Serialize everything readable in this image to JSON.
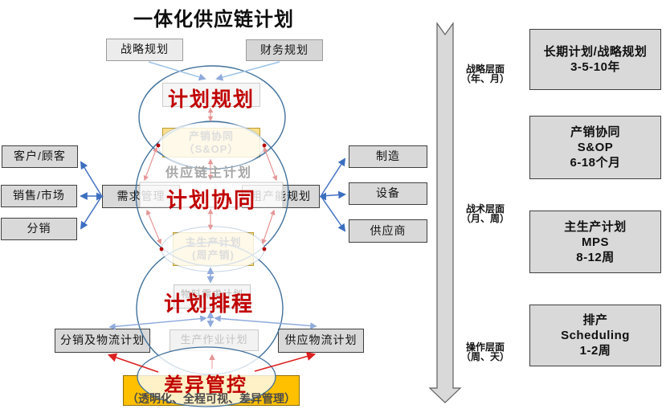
{
  "title": "一体化供应链计划",
  "top_boxes": {
    "strategic": "战略规划",
    "financial": "财务规划"
  },
  "phases": {
    "planning": {
      "label": "计划规划"
    },
    "collaboration": {
      "label": "计划协同",
      "subtitle": "供应链主计划"
    },
    "scheduling": {
      "label": "计划排程",
      "behind_box": "物料需求计划"
    },
    "variance": {
      "label": "差异管控",
      "note": "（透明化、全程可视、差异管理）"
    }
  },
  "yellow_boxes": {
    "sop": {
      "line1": "产销协同",
      "line2": "（S&OP）"
    },
    "mps": {
      "line1": "主生产计划",
      "line2": "(周产销)"
    }
  },
  "mid_row": {
    "demand": "需求管理",
    "capacity": "粗产能规划"
  },
  "left_boxes": [
    "客户/顾客",
    "销售/市场",
    "分销"
  ],
  "right_boxes": [
    "制造",
    "设备",
    "供应商"
  ],
  "bottom_row": {
    "left": "分销及物流计划",
    "center": "生产作业计划",
    "right": "供应物流计划"
  },
  "timeline_levels": [
    {
      "name": "战略层面",
      "scope": "（年、月）"
    },
    {
      "name": "战术层面",
      "scope": "（月、周）"
    },
    {
      "name": "操作层面",
      "scope": "（周、天）"
    }
  ],
  "legend_boxes": [
    {
      "line1": "长期计划/战略规划",
      "line2": "3-5-10年",
      "line3": ""
    },
    {
      "line1": "产销协同",
      "line2": "S&OP",
      "line3": "6-18个月"
    },
    {
      "line1": "主生产计划",
      "line2": "MPS",
      "line3": "8-12周"
    },
    {
      "line1": "排产",
      "line2": "Scheduling",
      "line3": "1-2周"
    }
  ],
  "colors": {
    "phase_red": "#c00000",
    "circle_blue": "#41719c",
    "arrow_blue": "#4472c4",
    "light_blue": "#9dc3e6",
    "pink": "#e59696",
    "red_arrow": "#dd2020",
    "yellow_fill": "#fbdf8b",
    "orange_fill": "#ffc000",
    "gray_fill": "#d9d9d9"
  }
}
